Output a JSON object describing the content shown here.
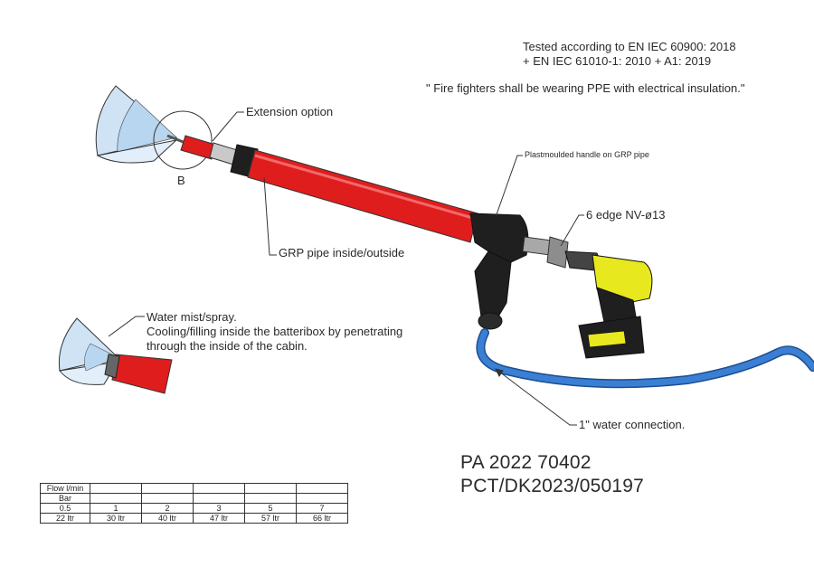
{
  "header": {
    "tested_line1": "Tested according to  EN IEC 60900: 2018",
    "tested_line2": "+ EN IEC 61010-1: 2010 + A1: 2019",
    "ppe_note": "\" Fire fighters shall be wearing PPE with electrical insulation.\""
  },
  "labels": {
    "extension_option": "Extension option",
    "detail_b": "B",
    "grp_pipe": "GRP pipe inside/outside",
    "handle": "Plastmoulded handle on GRP pipe",
    "edge": "6 edge NV-ø13",
    "water_mist": "Water mist/spray.",
    "cooling_line1": "Cooling/filling inside the batteribox by penetrating",
    "cooling_line2": "through the inside of the cabin.",
    "water_connection": "1\" water connection."
  },
  "patent": {
    "line1": "PA 2022 70402",
    "line2": "PCT/DK2023/050197"
  },
  "flow_table": {
    "rows": [
      [
        "Flow l/min",
        "",
        "",
        "",
        "",
        ""
      ],
      [
        "Bar",
        "",
        "",
        "",
        "",
        ""
      ],
      [
        "0.5",
        "1",
        "2",
        "3",
        "5",
        "7"
      ],
      [
        "22 ltr",
        "30 ltr",
        "40 ltr",
        "47 ltr",
        "57 ltr",
        "66 ltr"
      ]
    ]
  },
  "colors": {
    "pipe_red": "#e01d1d",
    "handle_black": "#1f1f1f",
    "drill_yellow": "#e8e81f",
    "hose_blue": "#3a7fd4",
    "spray_blue": "#cfe3f5"
  }
}
